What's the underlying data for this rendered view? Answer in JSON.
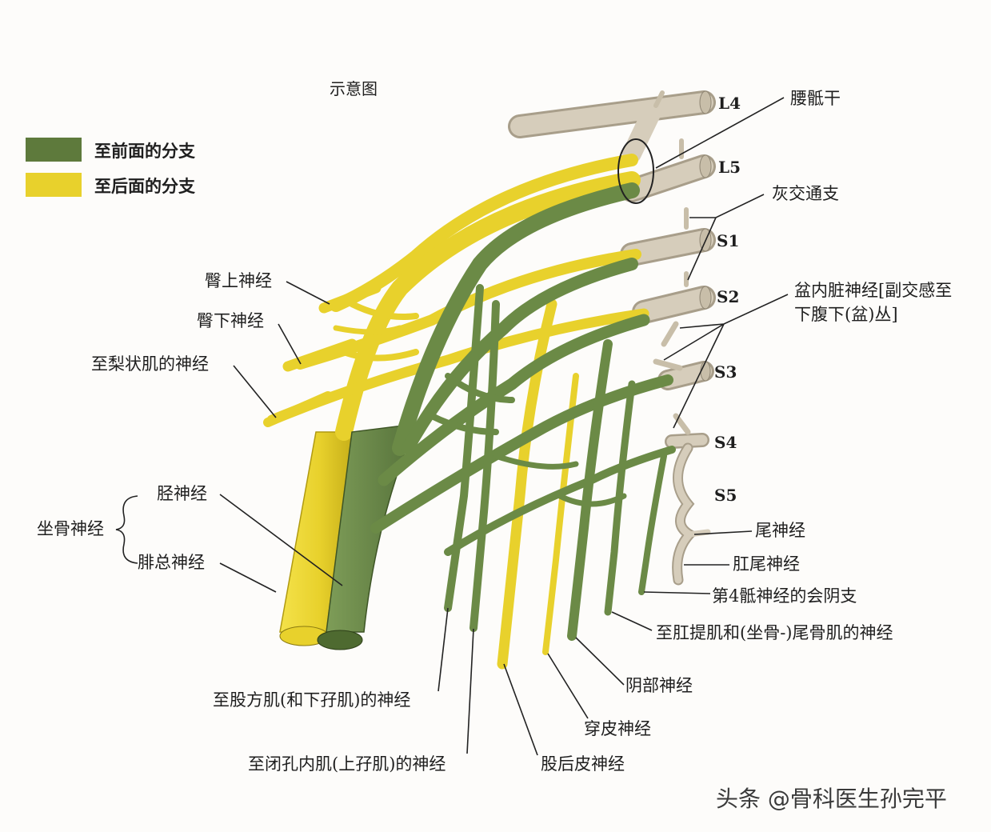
{
  "title": "示意图",
  "legend": [
    {
      "label": "至前面的分支",
      "color": "#5e7a3c"
    },
    {
      "label": "至后面的分支",
      "color": "#e8d12c"
    }
  ],
  "colors": {
    "anterior": "#6b8a46",
    "anterior_dark": "#4e6a30",
    "posterior": "#e8d12c",
    "posterior_dark": "#c2ad18",
    "root": "#d6cdbb",
    "root_dark": "#a89e8a"
  },
  "roots": [
    "L4",
    "L5",
    "S1",
    "S2",
    "S3",
    "S4",
    "S5"
  ],
  "labels": {
    "lumbosacral_trunk": "腰骶干",
    "gray_rami": "灰交通支",
    "pelvic_splanchnic_line1": "盆内脏神经[副交感至",
    "pelvic_splanchnic_line2": "下腹下(盆)丛]",
    "superior_gluteal": "臀上神经",
    "inferior_gluteal": "臀下神经",
    "piriformis": "至梨状肌的神经",
    "tibial": "胫神经",
    "sciatic": "坐骨神经",
    "common_peroneal": "腓总神经",
    "coccygeal": "尾神经",
    "anococcygeal": "肛尾神经",
    "perineal_s4": "第4骶神经的会阴支",
    "levator_ani": "至肛提肌和(坐骨-)尾骨肌的神经",
    "pudendal": "阴部神经",
    "perforating_cutaneous": "穿皮神经",
    "quadratus_femoris": "至股方肌(和下孖肌)的神经",
    "obturator_internus": "至闭孔内肌(上孖肌)的神经",
    "posterior_femoral_cutaneous": "股后皮神经"
  },
  "watermark": "头条 @骨科医生孙完平"
}
